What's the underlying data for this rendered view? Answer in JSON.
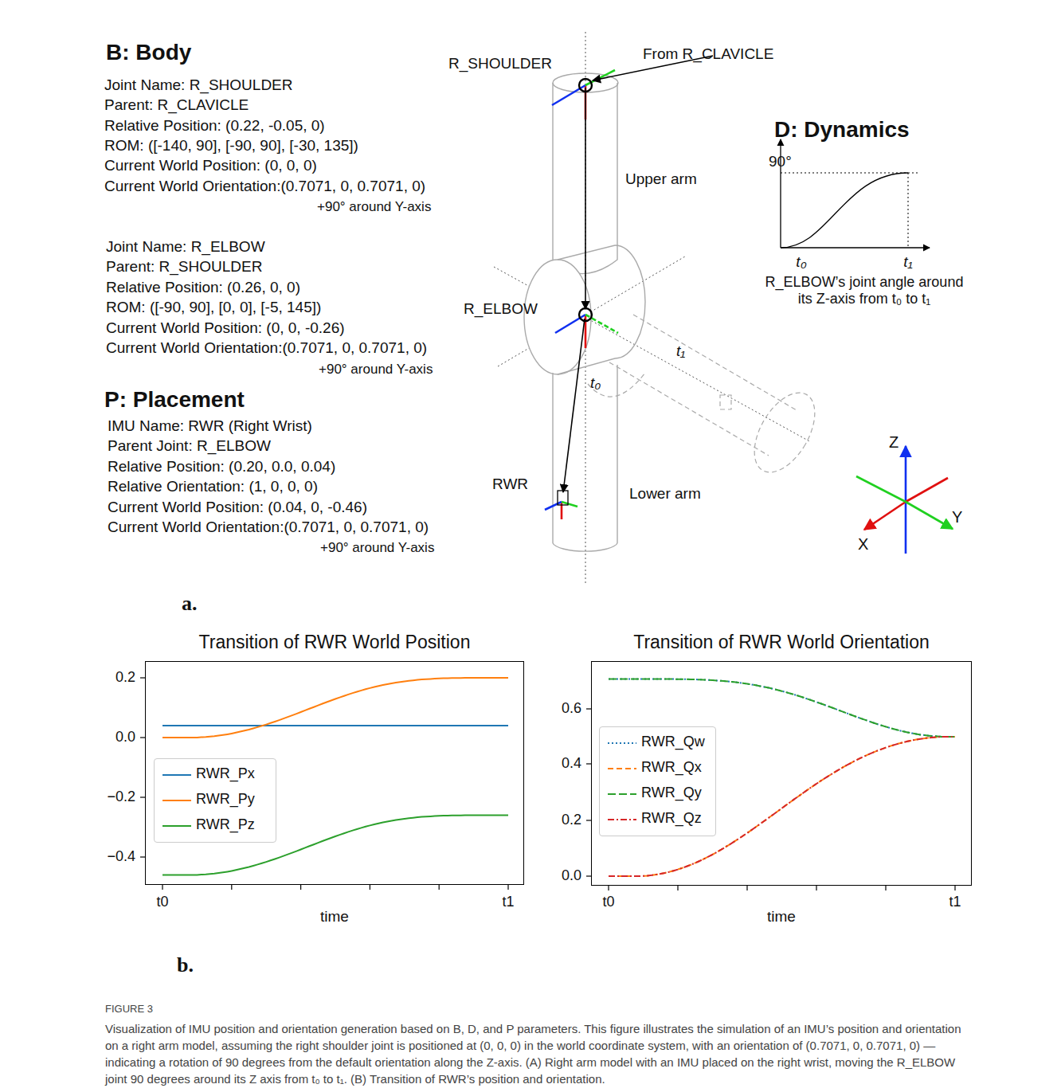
{
  "diagram": {
    "caption": "Visualization of IMU position and orientation generation based on B, D, and P parameters. This figure illustrates the simulation of an IMU’s position and orientation on a right arm model, assuming the right shoulder joint is positioned at (0, 0, 0) in the world coordinate system, with an orientation of (0.7071, 0, 0.7071, 0) — indicating a rotation of 90 degrees from the default orientation along the Z-axis. (A) Right arm model with an IMU placed on the right wrist, moving the R_ELBOW joint 90 degrees around its Z axis from t₀ to t₁. (B) Transition of RWR’s position and orientation.",
    "nodes": [
      {
        "text": [
          "Transition of RWR World Position"
        ]
      },
      {
        "text": [
          "Transition of RWR World Orientation"
        ]
      }
    ],
    "labels": [
      "B: Body",
      "Joint Name: R_SHOULDER",
      "Parent: R_CLAVICLE",
      "Relative Position: (0.22, -0.05, 0)",
      "ROM: ([-140, 90], [-90, 90], [-30, 135])",
      "Current World Position: (0, 0, 0)",
      "Current World Orientation:(0.7071, 0, 0.7071, 0)",
      "+90° around Y-axis",
      "Joint Name: R_ELBOW",
      "Parent: R_SHOULDER",
      "Relative Position: (0.26, 0, 0)",
      "ROM: ([-90, 90], [0, 0], [-5, 145])",
      "Current World Position: (0, 0, -0.26)",
      "Current World Orientation:(0.7071, 0, 0.7071, 0)",
      "+90° around Y-axis",
      "P: Placement",
      "IMU Name: RWR (Right Wrist)",
      "Parent Joint: R_ELBOW",
      "Relative Position: (0.20, 0.0, 0.04)",
      "Relative Orientation: (1, 0, 0, 0)",
      "Current World Position: (0.04, 0, -0.46)",
      "Current World Orientation:(0.7071, 0, 0.7071, 0)",
      "+90° around Y-axis",
      "R_SHOULDER",
      "From R_CLAVICLE",
      "Upper arm",
      "R_ELBOW",
      "t₁",
      "t₀",
      "RWR",
      "Lower arm",
      "D: Dynamics",
      "90°",
      "t₀",
      "t₁",
      "R_ELBOW’s joint angle around its Z-axis from t₀ to t₁",
      "Z",
      "Y",
      "X",
      "a.",
      "0.2",
      "0.0",
      "−0.2",
      "−0.4",
      "t0",
      "t1",
      "time",
      "0.6",
      "0.4",
      "0.2",
      "0.0",
      "t0",
      "t1",
      "time",
      "b.",
      "FIGURE 3"
    ],
    "legend": [
      {
        "text": "RWR_Px",
        "color": "#1f77b4"
      },
      {
        "text": "RWR_Py",
        "color": "#ff7f0e"
      },
      {
        "text": "RWR_Pz",
        "color": "#2ca02c"
      },
      {
        "text": "RWR_Qw",
        "color": "#1f77b4"
      },
      {
        "text": "RWR_Qx",
        "color": "#ff7f0e"
      },
      {
        "text": "RWR_Qy",
        "color": "#2ca02c"
      },
      {
        "text": "RWR_Qz",
        "color": "#d62728"
      }
    ]
  }
}
